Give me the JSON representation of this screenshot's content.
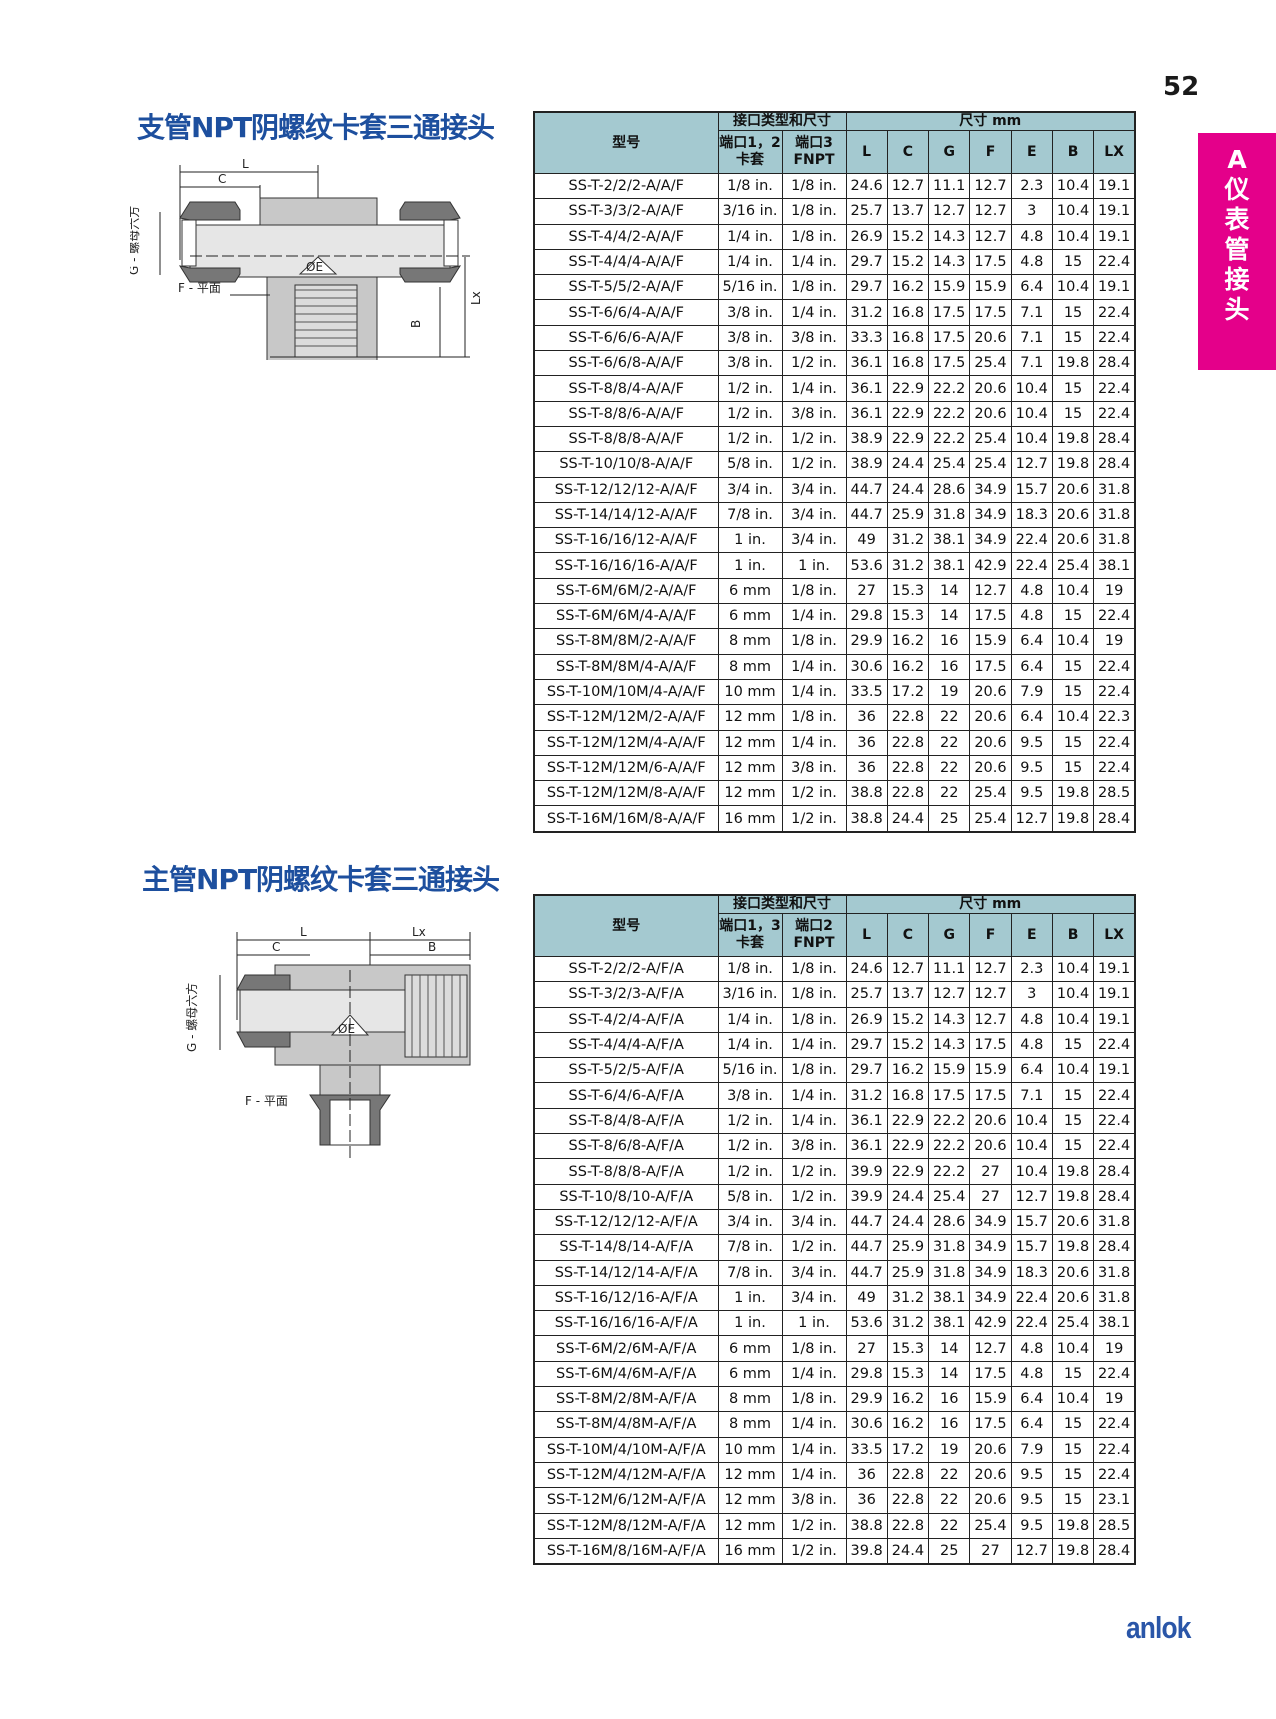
{
  "page_number": "52",
  "side_tab": {
    "letter": "A",
    "chars": [
      "仪",
      "表",
      "管",
      "接",
      "头"
    ]
  },
  "brand": "anlok",
  "colors": {
    "accent": "#e4008a",
    "title": "#1d4f9e",
    "header_bg": "#a4c9d0",
    "logo": "#2a56a8"
  },
  "sections": [
    {
      "title": "支管NPT阴螺纹卡套三通接头",
      "diagram_labels": {
        "L": "L",
        "C": "C",
        "G": "G - 螺母六方",
        "E": "ØE",
        "F": "F - 平面",
        "B": "B",
        "Lx": "Lx"
      },
      "header": {
        "model": "型号",
        "port_group": "接口类型和尺寸",
        "dim_group": "尺寸 mm",
        "port_a": [
          "端口1，2",
          "卡套"
        ],
        "port_b": [
          "端口3",
          "FNPT"
        ],
        "dims": [
          "L",
          "C",
          "G",
          "F",
          "E",
          "B",
          "LX"
        ]
      },
      "rows": [
        [
          "SS-T-2/2/2-A/A/F",
          "1/8 in.",
          "1/8 in.",
          "24.6",
          "12.7",
          "11.1",
          "12.7",
          "2.3",
          "10.4",
          "19.1"
        ],
        [
          "SS-T-3/3/2-A/A/F",
          "3/16 in.",
          "1/8 in.",
          "25.7",
          "13.7",
          "12.7",
          "12.7",
          "3",
          "10.4",
          "19.1"
        ],
        [
          "SS-T-4/4/2-A/A/F",
          "1/4 in.",
          "1/8 in.",
          "26.9",
          "15.2",
          "14.3",
          "12.7",
          "4.8",
          "10.4",
          "19.1"
        ],
        [
          "SS-T-4/4/4-A/A/F",
          "1/4 in.",
          "1/4 in.",
          "29.7",
          "15.2",
          "14.3",
          "17.5",
          "4.8",
          "15",
          "22.4"
        ],
        [
          "SS-T-5/5/2-A/A/F",
          "5/16 in.",
          "1/8 in.",
          "29.7",
          "16.2",
          "15.9",
          "15.9",
          "6.4",
          "10.4",
          "19.1"
        ],
        [
          "SS-T-6/6/4-A/A/F",
          "3/8 in.",
          "1/4 in.",
          "31.2",
          "16.8",
          "17.5",
          "17.5",
          "7.1",
          "15",
          "22.4"
        ],
        [
          "SS-T-6/6/6-A/A/F",
          "3/8 in.",
          "3/8 in.",
          "33.3",
          "16.8",
          "17.5",
          "20.6",
          "7.1",
          "15",
          "22.4"
        ],
        [
          "SS-T-6/6/8-A/A/F",
          "3/8 in.",
          "1/2 in.",
          "36.1",
          "16.8",
          "17.5",
          "25.4",
          "7.1",
          "19.8",
          "28.4"
        ],
        [
          "SS-T-8/8/4-A/A/F",
          "1/2 in.",
          "1/4 in.",
          "36.1",
          "22.9",
          "22.2",
          "20.6",
          "10.4",
          "15",
          "22.4"
        ],
        [
          "SS-T-8/8/6-A/A/F",
          "1/2 in.",
          "3/8 in.",
          "36.1",
          "22.9",
          "22.2",
          "20.6",
          "10.4",
          "15",
          "22.4"
        ],
        [
          "SS-T-8/8/8-A/A/F",
          "1/2 in.",
          "1/2 in.",
          "38.9",
          "22.9",
          "22.2",
          "25.4",
          "10.4",
          "19.8",
          "28.4"
        ],
        [
          "SS-T-10/10/8-A/A/F",
          "5/8 in.",
          "1/2 in.",
          "38.9",
          "24.4",
          "25.4",
          "25.4",
          "12.7",
          "19.8",
          "28.4"
        ],
        [
          "SS-T-12/12/12-A/A/F",
          "3/4 in.",
          "3/4 in.",
          "44.7",
          "24.4",
          "28.6",
          "34.9",
          "15.7",
          "20.6",
          "31.8"
        ],
        [
          "SS-T-14/14/12-A/A/F",
          "7/8 in.",
          "3/4 in.",
          "44.7",
          "25.9",
          "31.8",
          "34.9",
          "18.3",
          "20.6",
          "31.8"
        ],
        [
          "SS-T-16/16/12-A/A/F",
          "1 in.",
          "3/4 in.",
          "49",
          "31.2",
          "38.1",
          "34.9",
          "22.4",
          "20.6",
          "31.8"
        ],
        [
          "SS-T-16/16/16-A/A/F",
          "1 in.",
          "1 in.",
          "53.6",
          "31.2",
          "38.1",
          "42.9",
          "22.4",
          "25.4",
          "38.1"
        ],
        [
          "SS-T-6M/6M/2-A/A/F",
          "6 mm",
          "1/8 in.",
          "27",
          "15.3",
          "14",
          "12.7",
          "4.8",
          "10.4",
          "19"
        ],
        [
          "SS-T-6M/6M/4-A/A/F",
          "6 mm",
          "1/4 in.",
          "29.8",
          "15.3",
          "14",
          "17.5",
          "4.8",
          "15",
          "22.4"
        ],
        [
          "SS-T-8M/8M/2-A/A/F",
          "8 mm",
          "1/8 in.",
          "29.9",
          "16.2",
          "16",
          "15.9",
          "6.4",
          "10.4",
          "19"
        ],
        [
          "SS-T-8M/8M/4-A/A/F",
          "8 mm",
          "1/4 in.",
          "30.6",
          "16.2",
          "16",
          "17.5",
          "6.4",
          "15",
          "22.4"
        ],
        [
          "SS-T-10M/10M/4-A/A/F",
          "10 mm",
          "1/4 in.",
          "33.5",
          "17.2",
          "19",
          "20.6",
          "7.9",
          "15",
          "22.4"
        ],
        [
          "SS-T-12M/12M/2-A/A/F",
          "12 mm",
          "1/8 in.",
          "36",
          "22.8",
          "22",
          "20.6",
          "6.4",
          "10.4",
          "22.3"
        ],
        [
          "SS-T-12M/12M/4-A/A/F",
          "12 mm",
          "1/4 in.",
          "36",
          "22.8",
          "22",
          "20.6",
          "9.5",
          "15",
          "22.4"
        ],
        [
          "SS-T-12M/12M/6-A/A/F",
          "12 mm",
          "3/8 in.",
          "36",
          "22.8",
          "22",
          "20.6",
          "9.5",
          "15",
          "22.4"
        ],
        [
          "SS-T-12M/12M/8-A/A/F",
          "12 mm",
          "1/2 in.",
          "38.8",
          "22.8",
          "22",
          "25.4",
          "9.5",
          "19.8",
          "28.5"
        ],
        [
          "SS-T-16M/16M/8-A/A/F",
          "16 mm",
          "1/2 in.",
          "38.8",
          "24.4",
          "25",
          "25.4",
          "12.7",
          "19.8",
          "28.4"
        ]
      ]
    },
    {
      "title": "主管NPT阴螺纹卡套三通接头",
      "diagram_labels": {
        "L": "L",
        "C": "C",
        "G": "G - 螺母六方",
        "E": "ØE",
        "F": "F - 平面",
        "B": "B",
        "Lx": "Lx"
      },
      "header": {
        "model": "型号",
        "port_group": "接口类型和尺寸",
        "dim_group": "尺寸 mm",
        "port_a": [
          "端口1，3",
          "卡套"
        ],
        "port_b": [
          "端口2",
          "FNPT"
        ],
        "dims": [
          "L",
          "C",
          "G",
          "F",
          "E",
          "B",
          "LX"
        ]
      },
      "rows": [
        [
          "SS-T-2/2/2-A/F/A",
          "1/8 in.",
          "1/8 in.",
          "24.6",
          "12.7",
          "11.1",
          "12.7",
          "2.3",
          "10.4",
          "19.1"
        ],
        [
          "SS-T-3/2/3-A/F/A",
          "3/16 in.",
          "1/8 in.",
          "25.7",
          "13.7",
          "12.7",
          "12.7",
          "3",
          "10.4",
          "19.1"
        ],
        [
          "SS-T-4/2/4-A/F/A",
          "1/4 in.",
          "1/8 in.",
          "26.9",
          "15.2",
          "14.3",
          "12.7",
          "4.8",
          "10.4",
          "19.1"
        ],
        [
          "SS-T-4/4/4-A/F/A",
          "1/4 in.",
          "1/4 in.",
          "29.7",
          "15.2",
          "14.3",
          "17.5",
          "4.8",
          "15",
          "22.4"
        ],
        [
          "SS-T-5/2/5-A/F/A",
          "5/16 in.",
          "1/8 in.",
          "29.7",
          "16.2",
          "15.9",
          "15.9",
          "6.4",
          "10.4",
          "19.1"
        ],
        [
          "SS-T-6/4/6-A/F/A",
          "3/8 in.",
          "1/4 in.",
          "31.2",
          "16.8",
          "17.5",
          "17.5",
          "7.1",
          "15",
          "22.4"
        ],
        [
          "SS-T-8/4/8-A/F/A",
          "1/2 in.",
          "1/4 in.",
          "36.1",
          "22.9",
          "22.2",
          "20.6",
          "10.4",
          "15",
          "22.4"
        ],
        [
          "SS-T-8/6/8-A/F/A",
          "1/2 in.",
          "3/8 in.",
          "36.1",
          "22.9",
          "22.2",
          "20.6",
          "10.4",
          "15",
          "22.4"
        ],
        [
          "SS-T-8/8/8-A/F/A",
          "1/2 in.",
          "1/2 in.",
          "39.9",
          "22.9",
          "22.2",
          "27",
          "10.4",
          "19.8",
          "28.4"
        ],
        [
          "SS-T-10/8/10-A/F/A",
          "5/8 in.",
          "1/2 in.",
          "39.9",
          "24.4",
          "25.4",
          "27",
          "12.7",
          "19.8",
          "28.4"
        ],
        [
          "SS-T-12/12/12-A/F/A",
          "3/4 in.",
          "3/4 in.",
          "44.7",
          "24.4",
          "28.6",
          "34.9",
          "15.7",
          "20.6",
          "31.8"
        ],
        [
          "SS-T-14/8/14-A/F/A",
          "7/8 in.",
          "1/2 in.",
          "44.7",
          "25.9",
          "31.8",
          "34.9",
          "15.7",
          "19.8",
          "28.4"
        ],
        [
          "SS-T-14/12/14-A/F/A",
          "7/8 in.",
          "3/4 in.",
          "44.7",
          "25.9",
          "31.8",
          "34.9",
          "18.3",
          "20.6",
          "31.8"
        ],
        [
          "SS-T-16/12/16-A/F/A",
          "1 in.",
          "3/4 in.",
          "49",
          "31.2",
          "38.1",
          "34.9",
          "22.4",
          "20.6",
          "31.8"
        ],
        [
          "SS-T-16/16/16-A/F/A",
          "1 in.",
          "1 in.",
          "53.6",
          "31.2",
          "38.1",
          "42.9",
          "22.4",
          "25.4",
          "38.1"
        ],
        [
          "SS-T-6M/2/6M-A/F/A",
          "6 mm",
          "1/8 in.",
          "27",
          "15.3",
          "14",
          "12.7",
          "4.8",
          "10.4",
          "19"
        ],
        [
          "SS-T-6M/4/6M-A/F/A",
          "6 mm",
          "1/4 in.",
          "29.8",
          "15.3",
          "14",
          "17.5",
          "4.8",
          "15",
          "22.4"
        ],
        [
          "SS-T-8M/2/8M-A/F/A",
          "8 mm",
          "1/8 in.",
          "29.9",
          "16.2",
          "16",
          "15.9",
          "6.4",
          "10.4",
          "19"
        ],
        [
          "SS-T-8M/4/8M-A/F/A",
          "8 mm",
          "1/4 in.",
          "30.6",
          "16.2",
          "16",
          "17.5",
          "6.4",
          "15",
          "22.4"
        ],
        [
          "SS-T-10M/4/10M-A/F/A",
          "10 mm",
          "1/4 in.",
          "33.5",
          "17.2",
          "19",
          "20.6",
          "7.9",
          "15",
          "22.4"
        ],
        [
          "SS-T-12M/4/12M-A/F/A",
          "12 mm",
          "1/4 in.",
          "36",
          "22.8",
          "22",
          "20.6",
          "9.5",
          "15",
          "22.4"
        ],
        [
          "SS-T-12M/6/12M-A/F/A",
          "12 mm",
          "3/8 in.",
          "36",
          "22.8",
          "22",
          "20.6",
          "9.5",
          "15",
          "23.1"
        ],
        [
          "SS-T-12M/8/12M-A/F/A",
          "12 mm",
          "1/2 in.",
          "38.8",
          "22.8",
          "22",
          "25.4",
          "9.5",
          "19.8",
          "28.5"
        ],
        [
          "SS-T-16M/8/16M-A/F/A",
          "16 mm",
          "1/2 in.",
          "39.8",
          "24.4",
          "25",
          "27",
          "12.7",
          "19.8",
          "28.4"
        ]
      ]
    }
  ]
}
